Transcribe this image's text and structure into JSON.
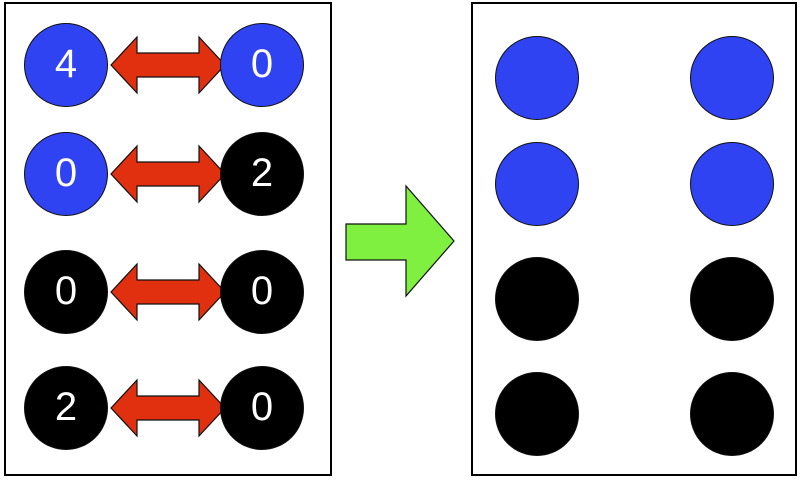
{
  "colors": {
    "blue": "#3043f2",
    "black": "#000000",
    "swap_arrow": "#e03010",
    "main_arrow": "#80f040"
  },
  "left_panel": {
    "rows": [
      {
        "left": {
          "color": "blue",
          "value": "4"
        },
        "right": {
          "color": "blue",
          "value": "0"
        }
      },
      {
        "left": {
          "color": "blue",
          "value": "0"
        },
        "right": {
          "color": "black",
          "value": "2"
        }
      },
      {
        "left": {
          "color": "black",
          "value": "0"
        },
        "right": {
          "color": "black",
          "value": "0"
        }
      },
      {
        "left": {
          "color": "black",
          "value": "2"
        },
        "right": {
          "color": "black",
          "value": "0"
        }
      }
    ]
  },
  "right_panel": {
    "rows": [
      {
        "left": {
          "color": "blue"
        },
        "right": {
          "color": "blue"
        }
      },
      {
        "left": {
          "color": "blue"
        },
        "right": {
          "color": "blue"
        }
      },
      {
        "left": {
          "color": "black"
        },
        "right": {
          "color": "black"
        }
      },
      {
        "left": {
          "color": "black"
        },
        "right": {
          "color": "black"
        }
      }
    ]
  },
  "icons": {
    "swap": "double-arrow-icon",
    "transition": "right-arrow-icon"
  }
}
